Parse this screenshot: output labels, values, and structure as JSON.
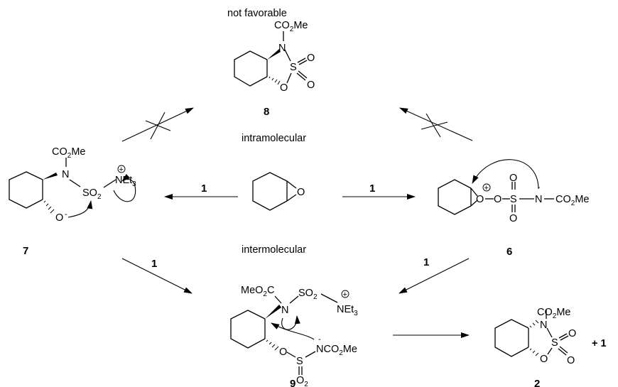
{
  "labels": {
    "not_favorable": "not favorable",
    "intramolecular": "intramolecular",
    "intermolecular": "intermolecular",
    "reagent": "1",
    "plus_one": "+ 1"
  },
  "compounds": {
    "c7": "7",
    "c6": "6",
    "c8": "8",
    "c9": "9",
    "c2": "2"
  },
  "atoms": {
    "CO2Me_base": "CO",
    "sub2": "2",
    "Me": "Me",
    "N": "N",
    "S": "S",
    "O": "O",
    "SO2_base": "SO",
    "NEt3_base": "NEt",
    "sub3": "3",
    "O_anion": "O",
    "minus": "-",
    "plus": "+",
    "MeO2C_a": "MeO",
    "MeO2C_b": "C",
    "NCO2Me_a": "NCO"
  }
}
